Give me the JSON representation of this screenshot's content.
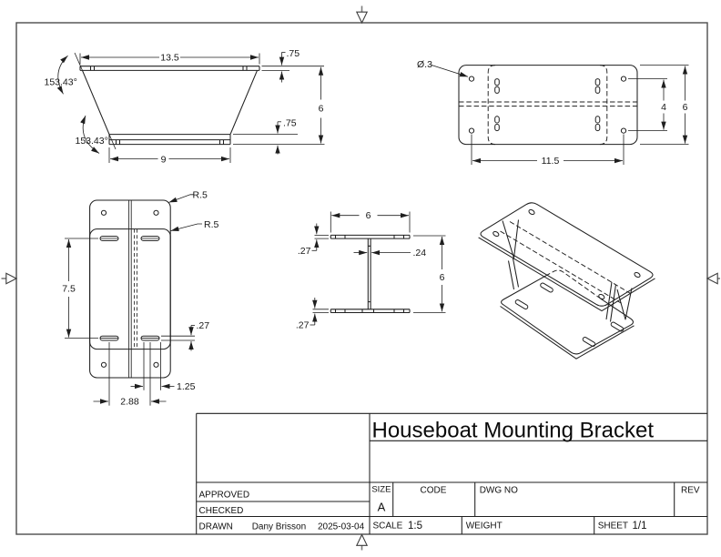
{
  "drawing": {
    "title": "Houseboat Mounting Bracket"
  },
  "front_view": {
    "width_top": "13.5",
    "flange_top": ".75",
    "height": "6",
    "flange_bottom": ".75",
    "angle_top": "153.43°",
    "angle_bottom": "153.43°",
    "width_bottom": "9"
  },
  "top_view": {
    "hole_dia": "Ø.3",
    "hole_span_v": "4",
    "height": "6",
    "hole_span_h": "11.5"
  },
  "bottom_view": {
    "radius_outer": "R.5",
    "radius_inner": "R.5",
    "slot_span": "7.5",
    "slot_height": ".27",
    "slot_offset": "1.25",
    "slot_pitch": "2.88"
  },
  "section_view": {
    "width": "6",
    "flange_top": ".27",
    "web": ".24",
    "height": "6",
    "flange_bottom": ".27"
  },
  "title_block": {
    "approved_label": "APPROVED",
    "checked_label": "CHECKED",
    "drawn_label": "DRAWN",
    "drawn_by": "Dany Brisson",
    "drawn_date": "2025-03-04",
    "size_label": "SIZE",
    "size_value": "A",
    "code_label": "CODE",
    "dwg_no_label": "DWG NO",
    "rev_label": "REV",
    "scale_label": "SCALE",
    "scale_value": "1:5",
    "weight_label": "WEIGHT",
    "sheet_label": "SHEET",
    "sheet_value": "1/1"
  },
  "colors": {
    "line": "#1f1f1f",
    "frame": "#4c4c4c",
    "background": "#ffffff"
  }
}
